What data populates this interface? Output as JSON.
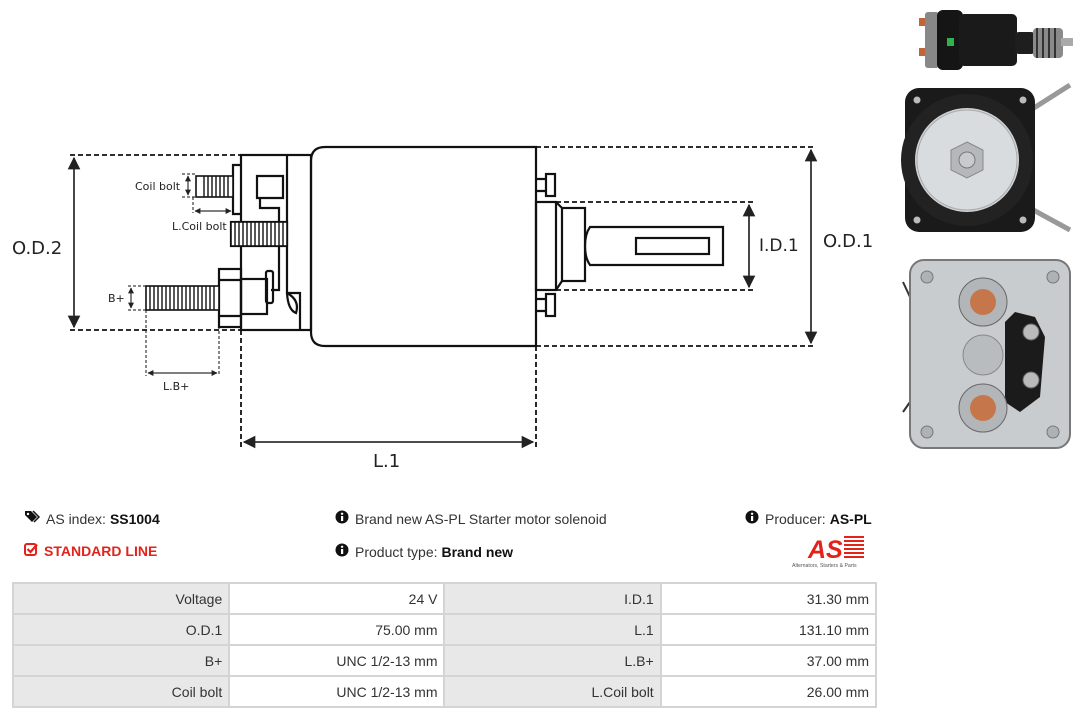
{
  "diagram": {
    "labels": {
      "od2": "O.D.2",
      "od1": "O.D.1",
      "id1": "I.D.1",
      "l1": "L.1",
      "coil_bolt": "Coil bolt",
      "l_coil_bolt": "L.Coil bolt",
      "b_plus": "B+",
      "l_b_plus": "L.B+"
    }
  },
  "photos": [
    {
      "name": "side-view-photo"
    },
    {
      "name": "rear-view-photo"
    },
    {
      "name": "terminal-view-photo"
    }
  ],
  "info": {
    "as_index_label": "AS index:",
    "as_index_value": "SS1004",
    "line": "STANDARD LINE",
    "description": "Brand new AS-PL Starter motor solenoid",
    "product_type_label": "Product type:",
    "product_type_value": "Brand new",
    "producer_label": "Producer:",
    "producer_value": "AS-PL",
    "logo_text": "AS",
    "logo_tagline": "Alternators, Starters & Parts"
  },
  "colors": {
    "accent": "#e2231a",
    "key_bg": "#e8e8e8",
    "border": "#d4d4d4"
  },
  "specs": [
    [
      {
        "k": "Voltage",
        "v": "24 V"
      },
      {
        "k": "I.D.1",
        "v": "31.30 mm"
      }
    ],
    [
      {
        "k": "O.D.1",
        "v": "75.00 mm"
      },
      {
        "k": "L.1",
        "v": "131.10 mm"
      }
    ],
    [
      {
        "k": "B+",
        "v": "UNC 1/2-13 mm"
      },
      {
        "k": "L.B+",
        "v": "37.00 mm"
      }
    ],
    [
      {
        "k": "Coil bolt",
        "v": "UNC 1/2-13 mm"
      },
      {
        "k": "L.Coil bolt",
        "v": "26.00 mm"
      }
    ]
  ]
}
